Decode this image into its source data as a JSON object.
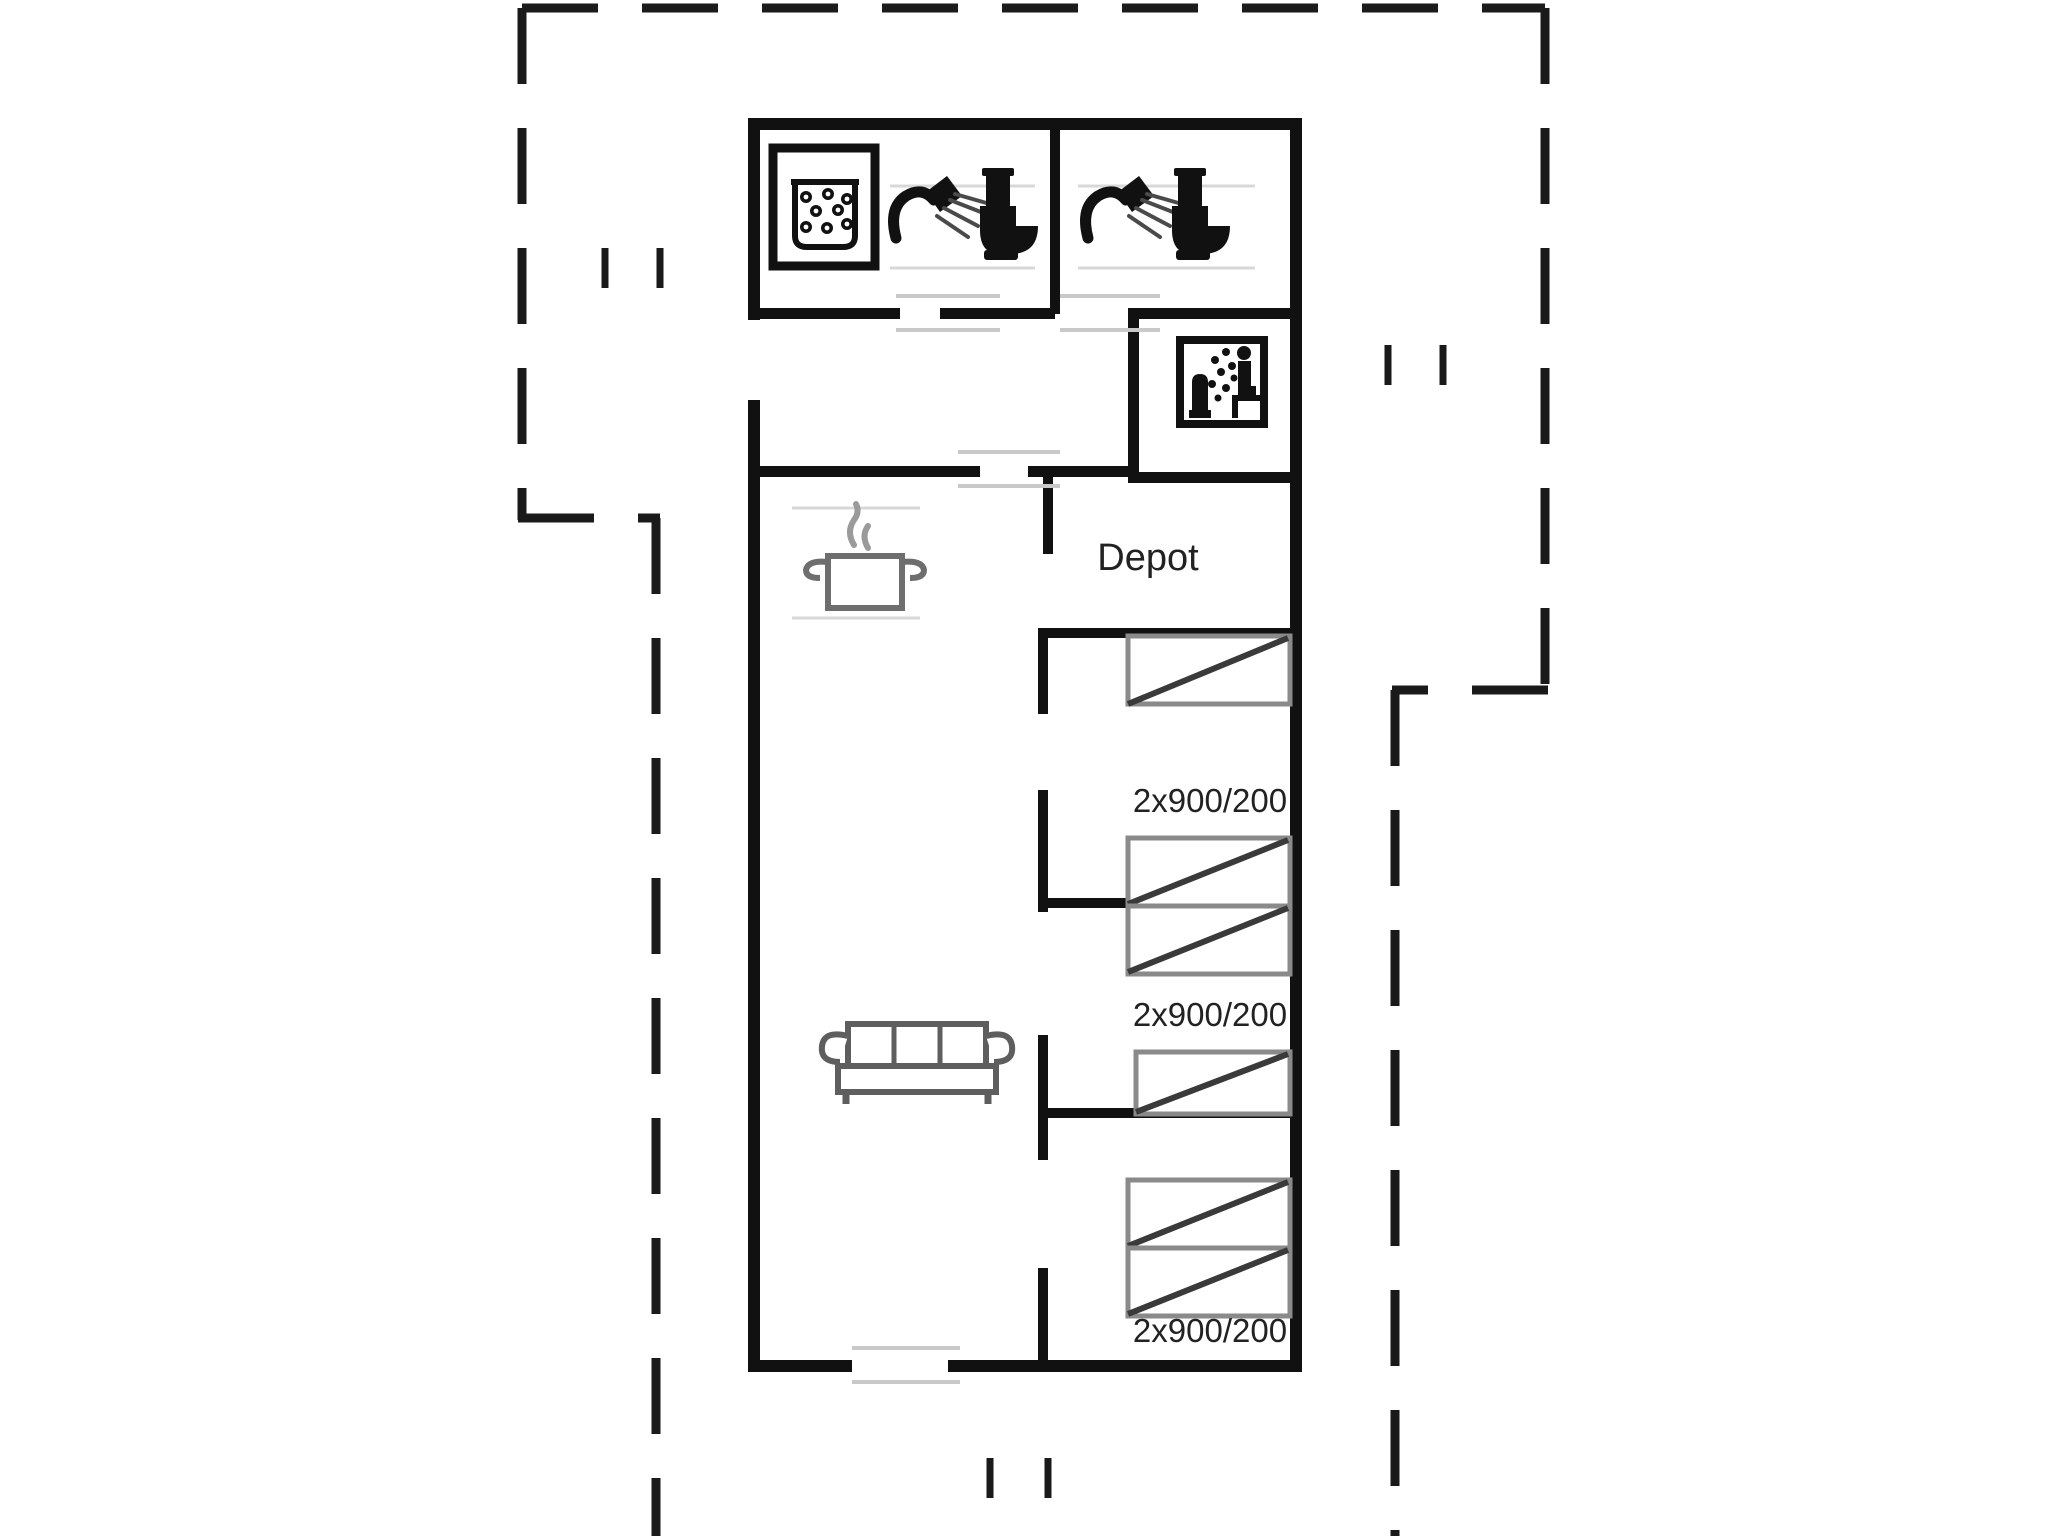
{
  "plan": {
    "type": "floor-plan",
    "title": "Holiday House Floor Plan",
    "background_color": "#ffffff",
    "wall_color": "#111111",
    "furniture_color": "#666666",
    "outline_color": "#1a1a1a"
  },
  "rooms": [
    {
      "id": "bathroom-1",
      "label": "",
      "icons": [
        "washing-machine-icon",
        "shower-icon",
        "toilet-icon"
      ]
    },
    {
      "id": "bathroom-2",
      "label": "",
      "icons": [
        "shower-icon",
        "toilet-icon"
      ]
    },
    {
      "id": "sauna",
      "label": "",
      "icons": [
        "sauna-icon"
      ]
    },
    {
      "id": "depot",
      "label": "Depot",
      "icons": []
    },
    {
      "id": "living-kitchen",
      "label": "",
      "icons": [
        "cooking-pot-icon",
        "sofa-icon"
      ]
    }
  ],
  "labels": {
    "depot": "Depot",
    "bedroom_1_beds": "2x900/200",
    "bedroom_2_beds": "2x900/200",
    "bedroom_3_beds": "2x900/200"
  },
  "beds": [
    {
      "id": "bed-group-0",
      "label": "",
      "count": 1,
      "size": "900/200"
    },
    {
      "id": "bed-group-1",
      "label": "2x900/200",
      "count": 2,
      "size": "900/200"
    },
    {
      "id": "bed-group-2",
      "label": "2x900/200",
      "count": 1,
      "size": "900/200"
    },
    {
      "id": "bed-group-3",
      "label": "2x900/200",
      "count": 2,
      "size": "900/200"
    }
  ],
  "icons": {
    "washing_machine": "washing-machine-icon",
    "shower": "shower-icon",
    "toilet": "toilet-icon",
    "sauna": "sauna-icon",
    "cooking_pot": "cooking-pot-icon",
    "sofa": "sofa-icon"
  }
}
